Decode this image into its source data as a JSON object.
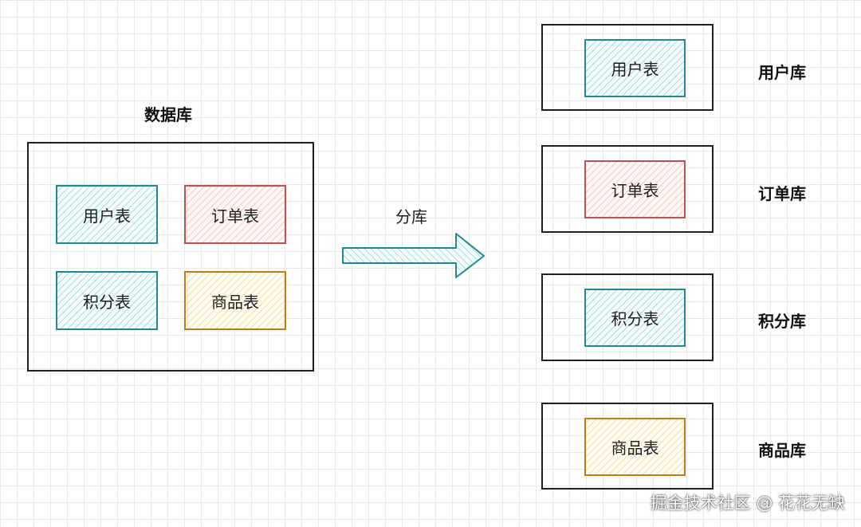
{
  "source": {
    "title": "数据库",
    "tables": [
      {
        "label": "用户表",
        "color": "#1f8a94"
      },
      {
        "label": "订单表",
        "color": "#c0504d"
      },
      {
        "label": "积分表",
        "color": "#1f8a94"
      },
      {
        "label": "商品表",
        "color": "#c27a12"
      }
    ]
  },
  "arrow": {
    "label": "分库",
    "color": "#1f8a94"
  },
  "targets": [
    {
      "table_label": "用户表",
      "db_label": "用户库",
      "color": "#1f8a94"
    },
    {
      "table_label": "订单表",
      "db_label": "订单库",
      "color": "#c0504d"
    },
    {
      "table_label": "积分表",
      "db_label": "积分库",
      "color": "#1f8a94"
    },
    {
      "table_label": "商品表",
      "db_label": "商品库",
      "color": "#c27a12"
    }
  ],
  "watermark": "掘金技术社区 @ 花花无缺"
}
